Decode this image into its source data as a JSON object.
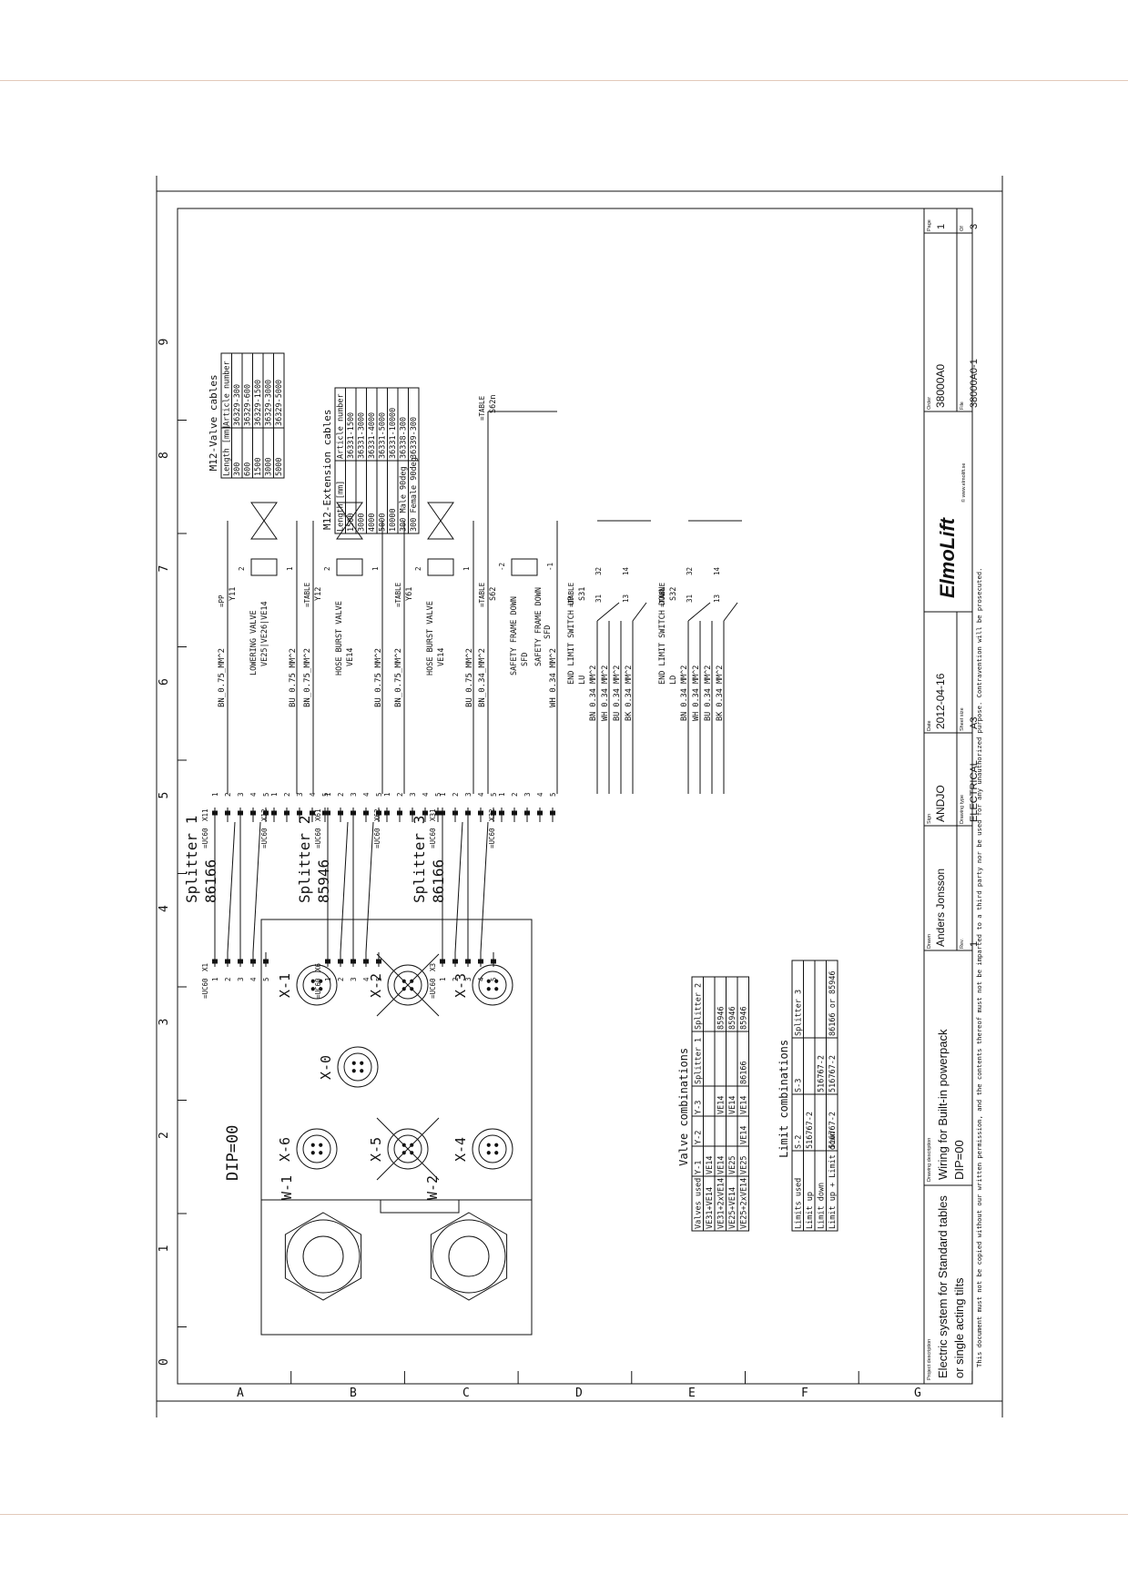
{
  "drawing": {
    "dip_label": "DIP=00",
    "col_numbers": [
      "0",
      "1",
      "2",
      "3",
      "4",
      "5",
      "6",
      "7",
      "8",
      "9"
    ],
    "row_letters": [
      "A",
      "B",
      "C",
      "D",
      "E",
      "F",
      "G"
    ],
    "copyright_note": "This document must not be copied without our written permission, and the contents thereof must not be imparted to a third party nor be used for any unauthorized purpose. Contravention will be prosecuted."
  },
  "panel": {
    "connectors": [
      "X-6",
      "X-5",
      "X-4",
      "X-0",
      "X-1",
      "X-2",
      "X-3",
      "W-1",
      "W-2"
    ]
  },
  "splitters": [
    {
      "title": "Splitter 1",
      "number": "86166",
      "in_tag": "=UC60",
      "in_id": "X1",
      "out_tag": "=UC60",
      "out_ids": [
        "X11",
        "X12"
      ]
    },
    {
      "title": "Splitter 2",
      "number": "85946",
      "in_tag": "=UC60",
      "in_id": "X6",
      "out_tag": "=UC60",
      "out_ids": [
        "X61",
        "X62"
      ]
    },
    {
      "title": "Splitter 3",
      "number": "86166",
      "in_tag": "=UC60",
      "in_id": "X3",
      "out_tag": "=UC60",
      "out_ids": [
        "X31",
        "X32"
      ]
    }
  ],
  "pins": [
    "1",
    "2",
    "3",
    "4",
    "5"
  ],
  "circuits": [
    {
      "wire_a": "BN_0.75_MM^2",
      "wire_b": "BU_0.75_MM^2",
      "device_line1": "LOWERING VALVE",
      "device_line2": "VE25|VE26|VE14",
      "tag": "=PP",
      "id": "Y11",
      "pin1": "1",
      "pin2": "2"
    },
    {
      "wire_a": "BN_0.75_MM^2",
      "wire_b": "BU_0.75_MM^2",
      "device_line1": "HOSE BURST VALVE",
      "device_line2": "VE14",
      "tag": "=TABLE",
      "id": "Y12",
      "pin1": "1",
      "pin2": "2"
    },
    {
      "wire_a": "BN_0.75_MM^2",
      "wire_b": "BU_0.75_MM^2",
      "device_line1": "HOSE BURST VALVE",
      "device_line2": "VE14",
      "tag": "=TABLE",
      "id": "Y61",
      "pin1": "1",
      "pin2": "2"
    },
    {
      "wire_a": "BN_0.34_MM^2",
      "wire_b": "WH_0.34_MM^2",
      "device_line1": "SAFETY FRAME DOWN",
      "device_line2": "SFD",
      "tag": "=TABLE",
      "id": "S62",
      "pin1": "-1",
      "pin2": "-2",
      "device2_line1": "SAFETY FRAME DOWN",
      "device2_line2": "SFD",
      "tag2": "=TABLE",
      "id2": "S62n"
    },
    {
      "device_line1": "END LIMIT SWITCH UP",
      "device_line2": "LU",
      "wires": [
        "BN_0.34_MM^2",
        "WH_0.34_MM^2",
        "BU_0.34_MM^2",
        "BK_0.34_MM^2"
      ],
      "tag": "=TABLE",
      "id": "S31",
      "contacts": [
        "31",
        "32",
        "13",
        "14"
      ]
    },
    {
      "device_line1": "END LIMIT SWITCH DOWN",
      "device_line2": "LD",
      "wires": [
        "BN_0.34_MM^2",
        "WH_0.34_MM^2",
        "BU_0.34_MM^2",
        "BK_0.34_MM^2"
      ],
      "tag": "=TABLE",
      "id": "S32",
      "contacts": [
        "31",
        "32",
        "13",
        "14"
      ]
    }
  ],
  "valve_table": {
    "title": "Valve combinations",
    "headers": [
      "Valves used",
      "Y-1",
      "Y-2",
      "Y-3",
      "Splitter 1",
      "Splitter 2"
    ],
    "rows": [
      [
        "VE31+VE14",
        "VE14",
        "",
        "",
        "",
        ""
      ],
      [
        "VE31+2xVE14",
        "VE14",
        "",
        "VE14",
        "",
        "85946"
      ],
      [
        "VE25+VE14",
        "VE25",
        "",
        "VE14",
        "",
        "85946"
      ],
      [
        "VE25+2xVE14",
        "VE25",
        "VE14",
        "VE14",
        "86166",
        "85946"
      ]
    ]
  },
  "limit_table": {
    "title": "Limit combinations",
    "headers": [
      "Limits used",
      "S-2",
      "S-3",
      "Splitter 3"
    ],
    "rows": [
      [
        "Limit up",
        "516767-2",
        "",
        ""
      ],
      [
        "Limit down",
        "",
        "516767-2",
        ""
      ],
      [
        "Limit up + Limit down",
        "516767-2",
        "516767-2",
        "86166 or 85946"
      ]
    ]
  },
  "m12_valve_table": {
    "title": "M12-Valve cables",
    "headers": [
      "Length [mm]",
      "Article number"
    ],
    "rows": [
      [
        "300",
        "36329-300"
      ],
      [
        "600",
        "36329-600"
      ],
      [
        "1500",
        "36329-1500"
      ],
      [
        "3000",
        "36329-3000"
      ],
      [
        "5000",
        "36329-5000"
      ]
    ]
  },
  "m12_ext_table": {
    "title": "M12-Extension cables",
    "headers": [
      "Length [mm]",
      "Article number"
    ],
    "rows": [
      [
        "1500",
        "36331-1500"
      ],
      [
        "3000",
        "36331-3000"
      ],
      [
        "4000",
        "36331-4000"
      ],
      [
        "5000",
        "36331-5000"
      ],
      [
        "10000",
        "36331-10000"
      ],
      [
        "300 Male 90deg",
        "36338-300"
      ],
      [
        "300 Female 90deg",
        "36339-300"
      ]
    ]
  },
  "title_block": {
    "project_label": "Project description",
    "project_line1": "Electric system for Standard tables",
    "project_line2": "or single acting tilts",
    "desc_label": "Drawing description",
    "desc_line1": "Wiring for Built-in powerpack",
    "desc_line2": "DIP=00",
    "drawn_label": "Drawn",
    "drawn_value": "Anders Jonsson",
    "rev_label": "Rev.",
    "rev_value": "1",
    "sign_label": "Sign",
    "sign_value": "ANDJO",
    "type_label": "Drawing type",
    "type_value": "ELECTRICAL",
    "date_label": "Date",
    "date_value": "2012-04-16",
    "size_label": "Sheet size",
    "size_value": "A3",
    "logo_text": "ElmoLift",
    "logo_url": "© www.elmolift.se",
    "order_label": "Order",
    "order_value": "38000A0",
    "file_label": "File",
    "file_value": "38000A0-1",
    "page_label": "Page",
    "page_value": "1",
    "of_label": "Of",
    "of_value": "3"
  }
}
